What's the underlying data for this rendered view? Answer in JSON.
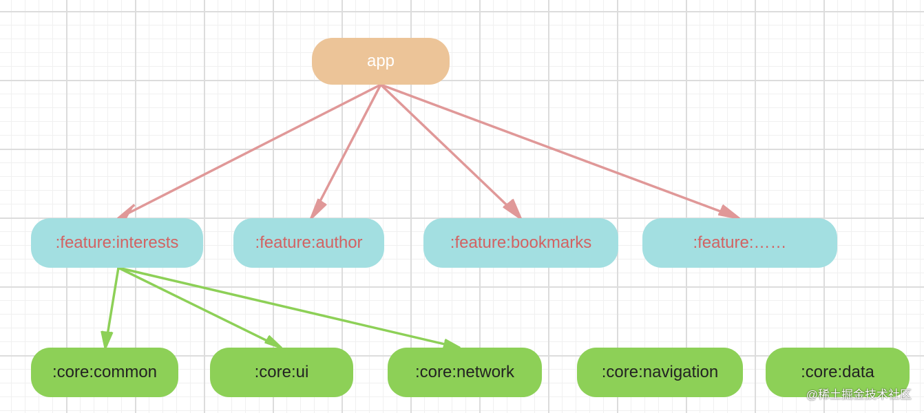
{
  "diagram": {
    "nodes": {
      "app": "app",
      "feature_interests": ":feature:interests",
      "feature_author": ":feature:author",
      "feature_bookmarks": ":feature:bookmarks",
      "feature_etc": ":feature:……",
      "core_common": ":core:common",
      "core_ui": ":core:ui",
      "core_network": ":core:network",
      "core_navigation": ":core:navigation",
      "core_data": ":core:data"
    },
    "edges": [
      {
        "from": "app",
        "to": "feature_interests",
        "color": "#e09898"
      },
      {
        "from": "app",
        "to": "feature_author",
        "color": "#e09898"
      },
      {
        "from": "app",
        "to": "feature_bookmarks",
        "color": "#e09898"
      },
      {
        "from": "app",
        "to": "feature_etc",
        "color": "#e09898"
      },
      {
        "from": "feature_interests",
        "to": "core_common",
        "color": "#8dd057"
      },
      {
        "from": "feature_interests",
        "to": "core_ui",
        "color": "#8dd057"
      },
      {
        "from": "feature_interests",
        "to": "core_network",
        "color": "#8dd057"
      }
    ],
    "colors": {
      "app_fill": "#ecc498",
      "app_text": "#ffffff",
      "feature_fill": "#a3dfe1",
      "feature_text": "#d26262",
      "core_fill": "#8dd057",
      "core_text": "#222222",
      "grid_major": "#dcdcdc",
      "grid_minor": "#f0f0f0"
    }
  },
  "watermark": "@稀土掘金技术社区"
}
